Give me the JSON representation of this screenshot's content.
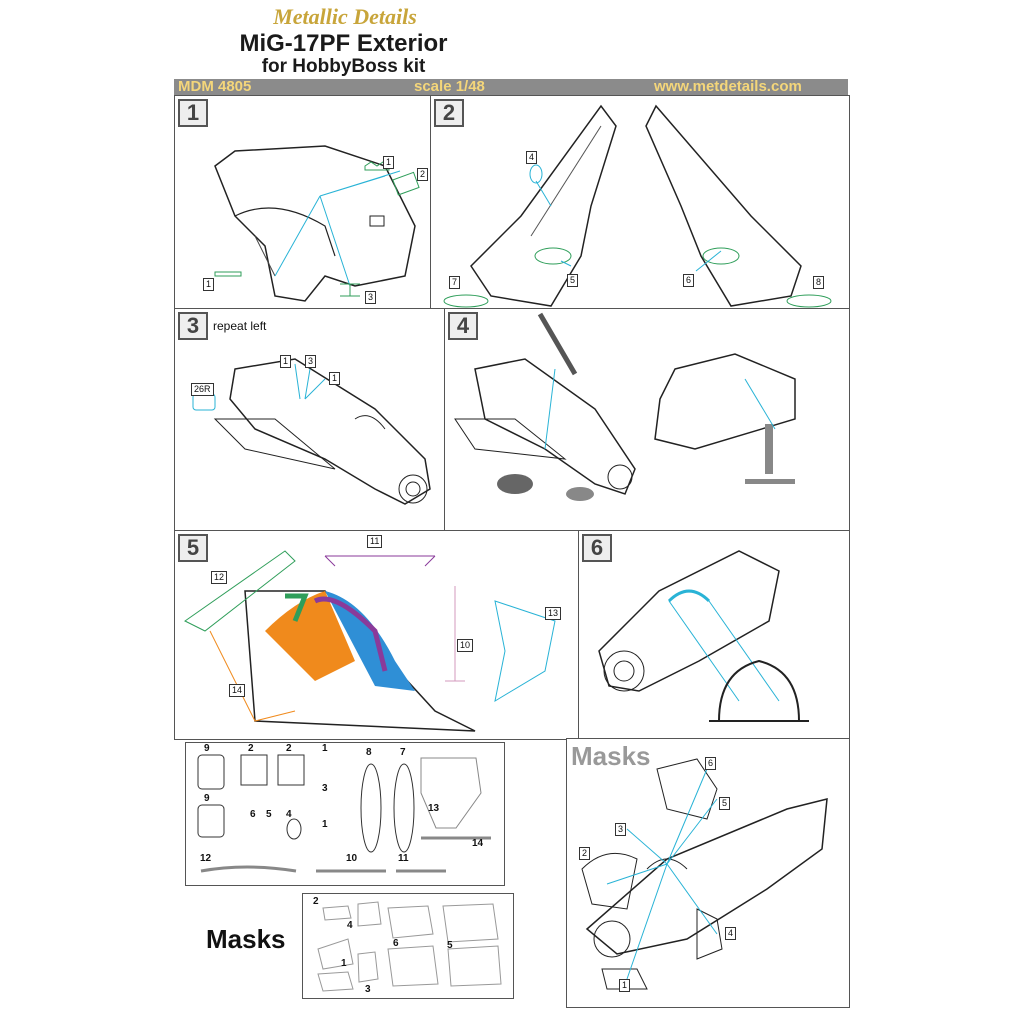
{
  "header": {
    "brand": "Metallic Details",
    "title": "MiG-17PF Exterior",
    "subtitle": "for HobbyBoss kit"
  },
  "bar": {
    "code": "MDM 4805",
    "scale": "scale 1/48",
    "url": "www.metdetails.com"
  },
  "panels": {
    "p1": {
      "num": "1",
      "labels": [
        "1",
        "2",
        "1",
        "3"
      ]
    },
    "p2": {
      "num": "2",
      "labels": [
        "4",
        "7",
        "5",
        "6",
        "8"
      ]
    },
    "p3": {
      "num": "3",
      "note": "repeat left",
      "labels": [
        "1",
        "3",
        "1",
        "26R"
      ]
    },
    "p4": {
      "num": "4"
    },
    "p5": {
      "num": "5",
      "labels": [
        "11",
        "12",
        "10",
        "13",
        "14"
      ]
    },
    "p6": {
      "num": "6"
    },
    "masks_view": {
      "title": "Masks",
      "labels": [
        "6",
        "5",
        "3",
        "2",
        "4",
        "1"
      ]
    }
  },
  "fret": {
    "labels": [
      "9",
      "2",
      "2",
      "1",
      "8",
      "7",
      "9",
      "6",
      "5",
      "4",
      "3",
      "1",
      "13",
      "14",
      "12",
      "10",
      "11"
    ]
  },
  "mask_sheet": {
    "title": "Masks",
    "labels": [
      "2",
      "4",
      "6",
      "5",
      "1",
      "3"
    ]
  },
  "colors": {
    "header_bar": "#8b8b8b",
    "bar_text": "#f4d67a",
    "leader_cyan": "#29b3d6",
    "part_green": "#2f9e5a",
    "part_orange": "#f08a1c",
    "part_purple": "#8a3a9a",
    "part_blue": "#2f8fd6"
  }
}
